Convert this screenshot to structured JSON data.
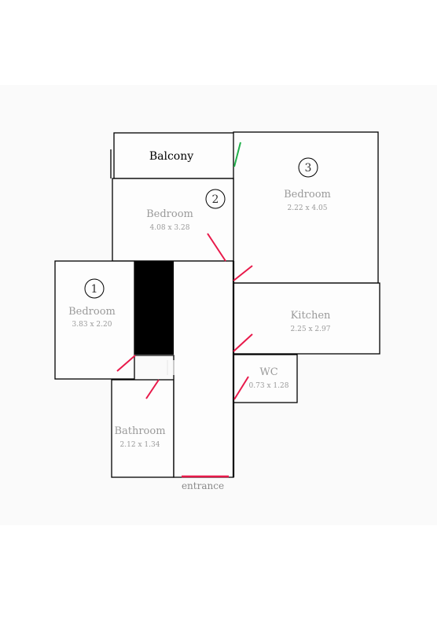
{
  "plan": {
    "balcony": {
      "label": "Balcony"
    },
    "rooms": {
      "bedroom1": {
        "number": "1",
        "name": "Bedroom",
        "dims": "3.83 x 2.20"
      },
      "bedroom2": {
        "number": "2",
        "name": "Bedroom",
        "dims": "4.08 x 3.28"
      },
      "bedroom3": {
        "number": "3",
        "name": "Bedroom",
        "dims": "2.22 x 4.05"
      },
      "kitchen": {
        "name": "Kitchen",
        "dims": "2.25 x 2.97"
      },
      "wc": {
        "name": "WC",
        "dims": "0.73 x 1.28"
      },
      "bathroom": {
        "name": "Bathroom",
        "dims": "2.12 x 1.34"
      }
    },
    "entrance": {
      "label": "entrance"
    },
    "colors": {
      "door": "#e8194a",
      "balcony_door": "#22b14c",
      "wall": "#000000",
      "text": "#9a9a9a"
    }
  }
}
